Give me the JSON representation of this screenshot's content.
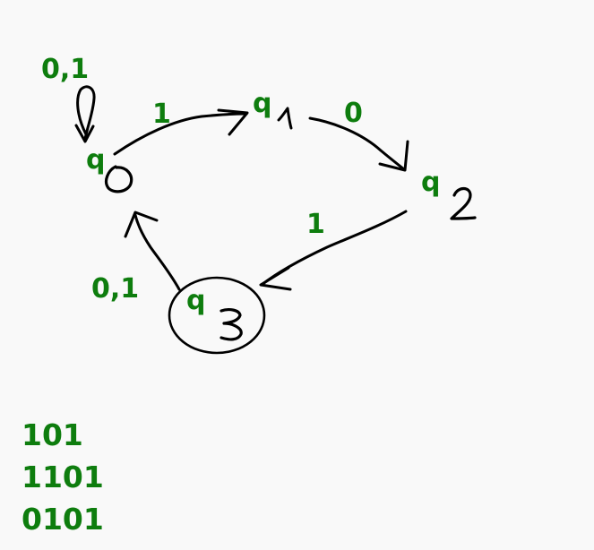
{
  "colors": {
    "label": "#0e7d0e",
    "ink": "#000000",
    "background": "#f9f9f9"
  },
  "states": [
    {
      "id": "q0",
      "prefix": "q",
      "subscript": "0",
      "accepting": false
    },
    {
      "id": "q1",
      "prefix": "q",
      "subscript": "1",
      "accepting": false
    },
    {
      "id": "q2",
      "prefix": "q",
      "subscript": "2",
      "accepting": false
    },
    {
      "id": "q3",
      "prefix": "q",
      "subscript": "3",
      "accepting": true
    }
  ],
  "transitions": [
    {
      "from": "q0",
      "to": "q0",
      "label": "0,1"
    },
    {
      "from": "q0",
      "to": "q1",
      "label": "1"
    },
    {
      "from": "q1",
      "to": "q2",
      "label": "0"
    },
    {
      "from": "q2",
      "to": "q3",
      "label": "1"
    },
    {
      "from": "q3",
      "to": "q0",
      "label": "0,1"
    }
  ],
  "example_strings": [
    "101",
    "1101",
    "0101"
  ]
}
